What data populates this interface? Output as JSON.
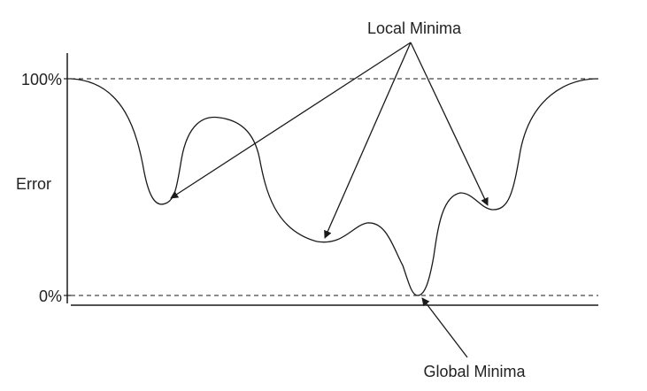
{
  "labels": {
    "local_minima": "Local Minima",
    "global_minima": "Global Minima",
    "y_axis": "Error",
    "tick_100": "100%",
    "tick_0": "0%"
  },
  "colors": {
    "line": "#1a1a1a",
    "text": "#222222",
    "background": "#ffffff"
  }
}
